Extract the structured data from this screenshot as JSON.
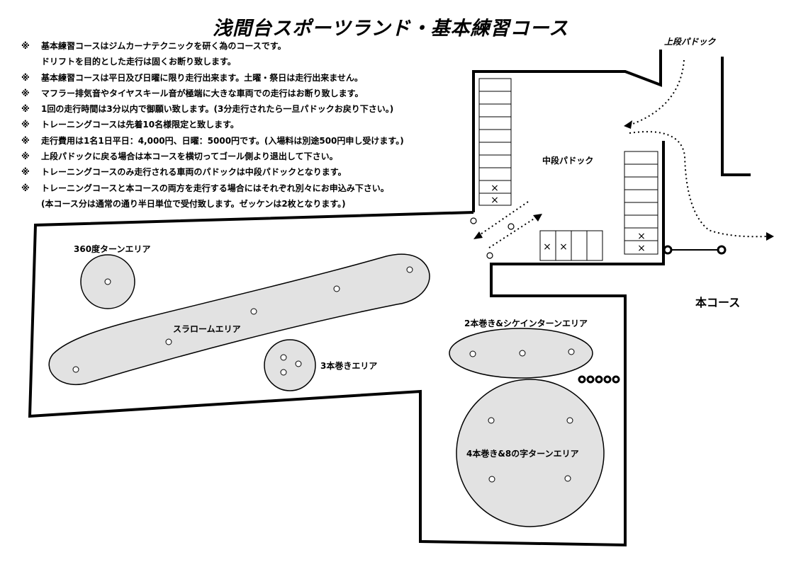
{
  "title": "浅間台スポーツランド・基本練習コース",
  "rules": [
    {
      "mark": "※",
      "text": "基本練習コースはジムカーナテクニックを研く為のコースです。"
    },
    {
      "mark": "",
      "text": "ドリフトを目的とした走行は固くお断り致します。"
    },
    {
      "mark": "※",
      "text": "基本練習コースは平日及び日曜に限り走行出来ます。土曜・祭日は走行出来ません。"
    },
    {
      "mark": "※",
      "text": "マフラー排気音やタイヤスキール音が極端に大きな車両での走行はお断り致します。"
    },
    {
      "mark": "※",
      "text": "1回の走行時間は3分以内で御願い致します。(3分走行されたら一旦パドックお戻り下さい。)"
    },
    {
      "mark": "※",
      "text": "トレーニングコースは先着10名様限定と致します。"
    },
    {
      "mark": "※",
      "text": "走行費用は1名1日平日：4,000円、日曜：5000円です。(入場料は別途500円申し受けます。)"
    },
    {
      "mark": "※",
      "text": "上段パドックに戻る場合は本コースを横切ってゴール側より退出して下さい。"
    },
    {
      "mark": "※",
      "text": "トレーニングコースのみ走行される車両のパドックは中段パドックとなります。"
    },
    {
      "mark": "※",
      "text": "トレーニングコースと本コースの両方を走行する場合にはそれぞれ別々にお申込み下さい。"
    },
    {
      "mark": "",
      "text": "(本コース分は通常の通り半日単位で受付致します。ゼッケンは2枚となります。)"
    }
  ],
  "labels": {
    "upper_paddock": "上段パドック",
    "middle_paddock": "中段パドック",
    "main_course": "本コース",
    "turn360": "360度ターンエリア",
    "slalom": "スラロームエリア",
    "three_turn": "3本巻きエリア",
    "two_turn": "2本巻き&シケインターンエリア",
    "four_turn": "4本巻き&8の字ターンエリア"
  },
  "paddock_marks": {
    "parked": "×"
  },
  "colors": {
    "area_fill": "#e2e2e2",
    "line": "#000000"
  }
}
